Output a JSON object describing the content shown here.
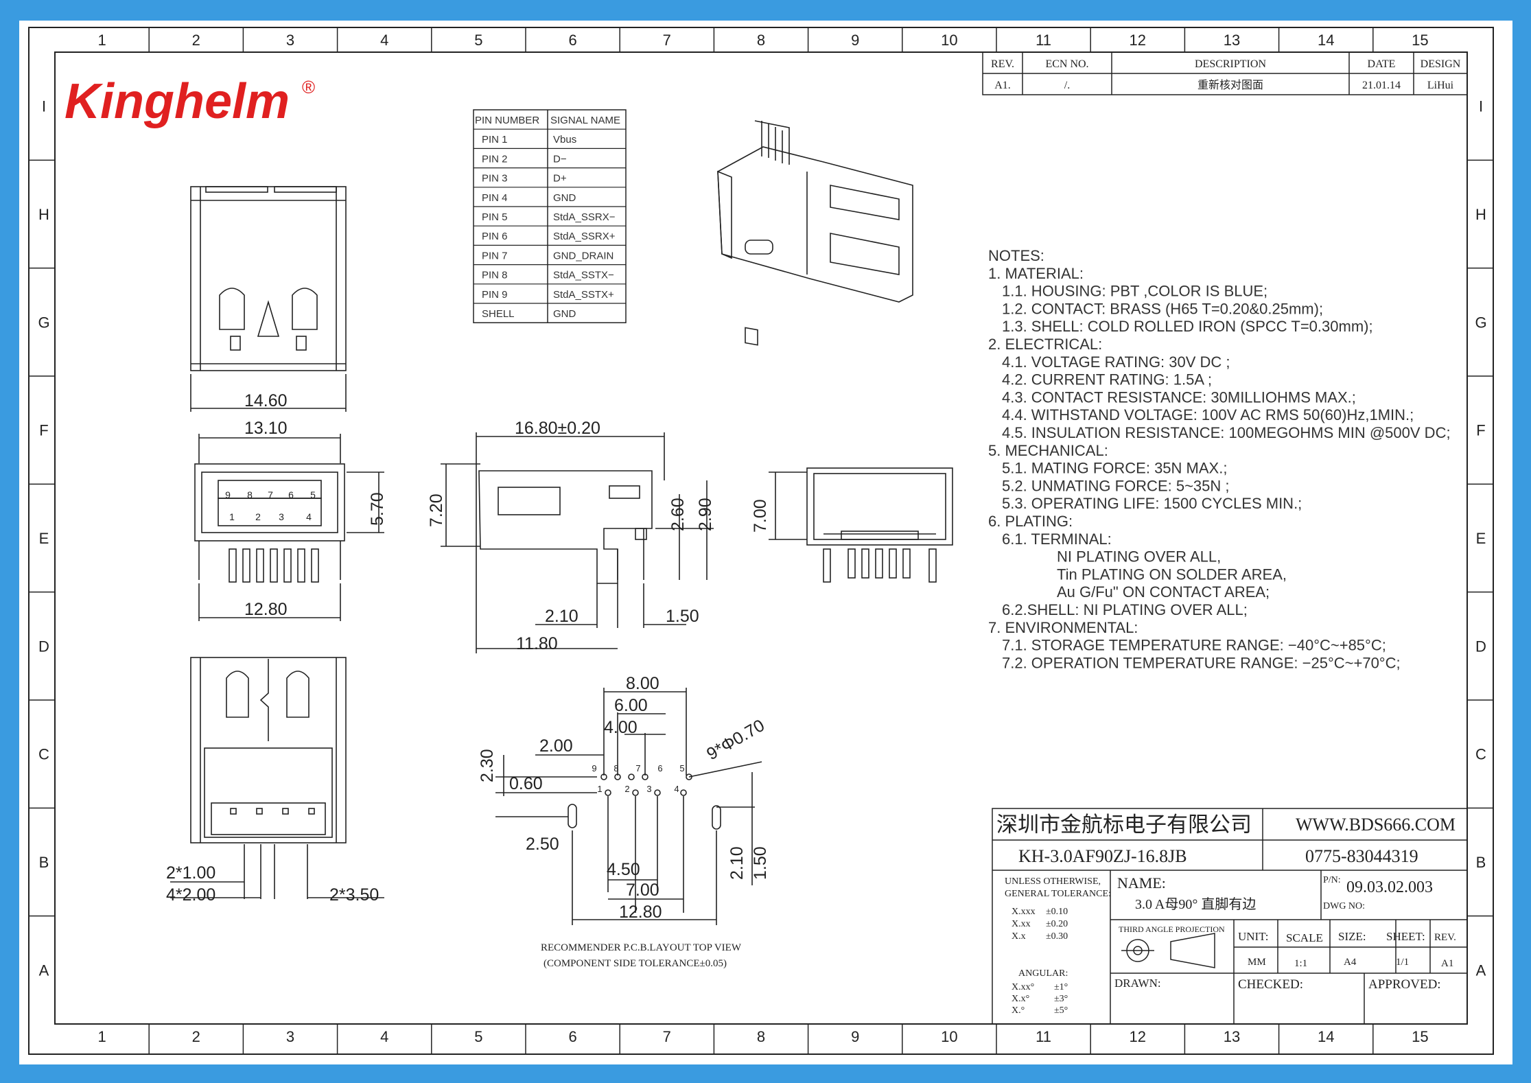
{
  "logo": {
    "text": "Kinghelm",
    "reg": "®",
    "color": "#e02020"
  },
  "colors": {
    "border": "#3a9be0",
    "paper": "#ffffff",
    "ink": "#222222"
  },
  "grid": {
    "columns": [
      "1",
      "2",
      "3",
      "4",
      "5",
      "6",
      "7",
      "8",
      "9",
      "10",
      "11",
      "12",
      "13",
      "14",
      "15"
    ],
    "rows": [
      "I",
      "H",
      "G",
      "F",
      "E",
      "D",
      "C",
      "B",
      "A"
    ]
  },
  "revision": {
    "headers": {
      "rev": "REV.",
      "ecn": "ECN NO.",
      "description": "DESCRIPTION",
      "date": "DATE",
      "design": "DESIGN"
    },
    "row": {
      "rev": "A1.",
      "ecn": "/.",
      "description": "重新核对图面",
      "date": "21.01.14",
      "design": "LiHui"
    }
  },
  "pin_table": {
    "headers": [
      "PIN NUMBER",
      "SIGNAL NAME"
    ],
    "rows": [
      [
        "PIN 1",
        "Vbus"
      ],
      [
        "PIN 2",
        "D−"
      ],
      [
        "PIN 3",
        "D+"
      ],
      [
        "PIN 4",
        "GND"
      ],
      [
        "PIN 5",
        "StdA_SSRX−"
      ],
      [
        "PIN 6",
        "StdA_SSRX+"
      ],
      [
        "PIN 7",
        "GND_DRAIN"
      ],
      [
        "PIN 8",
        "StdA_SSTX−"
      ],
      [
        "PIN 9",
        "StdA_SSTX+"
      ],
      [
        "SHELL",
        "GND"
      ]
    ]
  },
  "notes": [
    "NOTES:",
    "1. MATERIAL:",
    "  1.1. HOUSING: PBT ,COLOR IS BLUE;",
    "  1.2. CONTACT: BRASS (H65 T=0.20&0.25mm);",
    "  1.3. SHELL: COLD ROLLED IRON (SPCC T=0.30mm);",
    "2. ELECTRICAL:",
    "  4.1. VOLTAGE RATING: 30V DC ;",
    "  4.2. CURRENT RATING: 1.5A ;",
    "  4.3. CONTACT RESISTANCE: 30MILLIOHMS MAX.;",
    "  4.4. WITHSTAND VOLTAGE: 100V AC RMS 50(60)Hz,1MIN.;",
    "  4.5. INSULATION RESISTANCE: 100MEGOHMS MIN @500V DC;",
    "5. MECHANICAL:",
    "  5.1. MATING FORCE: 35N MAX.;",
    "  5.2. UNMATING FORCE: 5~35N ;",
    "  5.3. OPERATING LIFE: 1500 CYCLES MIN.;",
    "6. PLATING:",
    "  6.1. TERMINAL:",
    "          NI PLATING OVER ALL,",
    "          Tin PLATING ON SOLDER AREA,",
    "          Au G/Fu\" ON CONTACT AREA;",
    "  6.2.SHELL: NI PLATING OVER ALL;",
    "7. ENVIRONMENTAL:",
    "  7.1. STORAGE TEMPERATURE RANGE: −40°C~+85°C;",
    "  7.2. OPERATION TEMPERATURE RANGE: −25°C~+70°C;"
  ],
  "dims": {
    "top_width": "14.60",
    "front_top": "13.10",
    "front_bottom": "12.80",
    "front_height": "5.70",
    "side_length": "16.80±0.20",
    "side_height": "7.20",
    "side_h1": "2.60",
    "side_h2": "2.90",
    "side_b1": "2.10",
    "side_b2": "1.50",
    "side_total": "11.80",
    "rear_height": "7.00",
    "bottom_a": "2*1.00",
    "bottom_b": "4*2.00",
    "bottom_c": "2*3.50",
    "pcb_8": "8.00",
    "pcb_6": "6.00",
    "pcb_4": "4.00",
    "pcb_2": "2.00",
    "pcb_230": "2.30",
    "pcb_060": "0.60",
    "pcb_250": "2.50",
    "pcb_450": "4.50",
    "pcb_700": "7.00",
    "pcb_1280": "12.80",
    "pcb_210": "2.10",
    "pcb_150": "1.50",
    "pcb_holes": "9*Φ0.70"
  },
  "pin_labels_front": {
    "top": [
      "9",
      "8",
      "7",
      "6",
      "5"
    ],
    "bottom": [
      "1",
      "2",
      "3",
      "4"
    ]
  },
  "pcb_pin_labels": {
    "top": [
      "9",
      "8",
      "7",
      "6",
      "5"
    ],
    "bottom": [
      "1",
      "2",
      "3",
      "4"
    ]
  },
  "pcb_caption": {
    "line1": "RECOMMENDER P.C.B.LAYOUT TOP VIEW",
    "line2": "(COMPONENT SIDE TOLERANCE±0.05)"
  },
  "title_block": {
    "company": "深圳市金航标电子有限公司",
    "website": "WWW.BDS666.COM",
    "part_no": "KH-3.0AF90ZJ-16.8JB",
    "phone": "0775-83044319",
    "tolerance_title1": "UNLESS OTHERWISE,",
    "tolerance_title2": "GENERAL TOLERANCE:",
    "tolerances": [
      [
        "X.xxx",
        "±0.10"
      ],
      [
        "X.xx",
        "±0.20"
      ],
      [
        "X.x",
        "±0.30"
      ]
    ],
    "angular_title": "ANGULAR:",
    "angulars": [
      [
        "X.xx°",
        "±1°"
      ],
      [
        "X.x°",
        "±3°"
      ],
      [
        "X.°",
        "±5°"
      ]
    ],
    "name_label": "NAME:",
    "name_value": "3.0 A母90° 直脚有边",
    "pn_label": "P/N:",
    "pn_value": "09.03.02.003",
    "dwg_label": "DWG NO:",
    "projection": "THIRD ANGLE PROJECTION",
    "unit_label": "UNIT:",
    "unit_value": "MM",
    "scale_label": "SCALE",
    "scale_value": "1:1",
    "size_label": "SIZE:",
    "size_value": "A4",
    "sheet_label": "SHEET:",
    "sheet_value": "1/1",
    "rev_label": "REV.",
    "rev_value": "A1",
    "drawn_label": "DRAWN:",
    "checked_label": "CHECKED:",
    "approved_label": "APPROVED:"
  }
}
